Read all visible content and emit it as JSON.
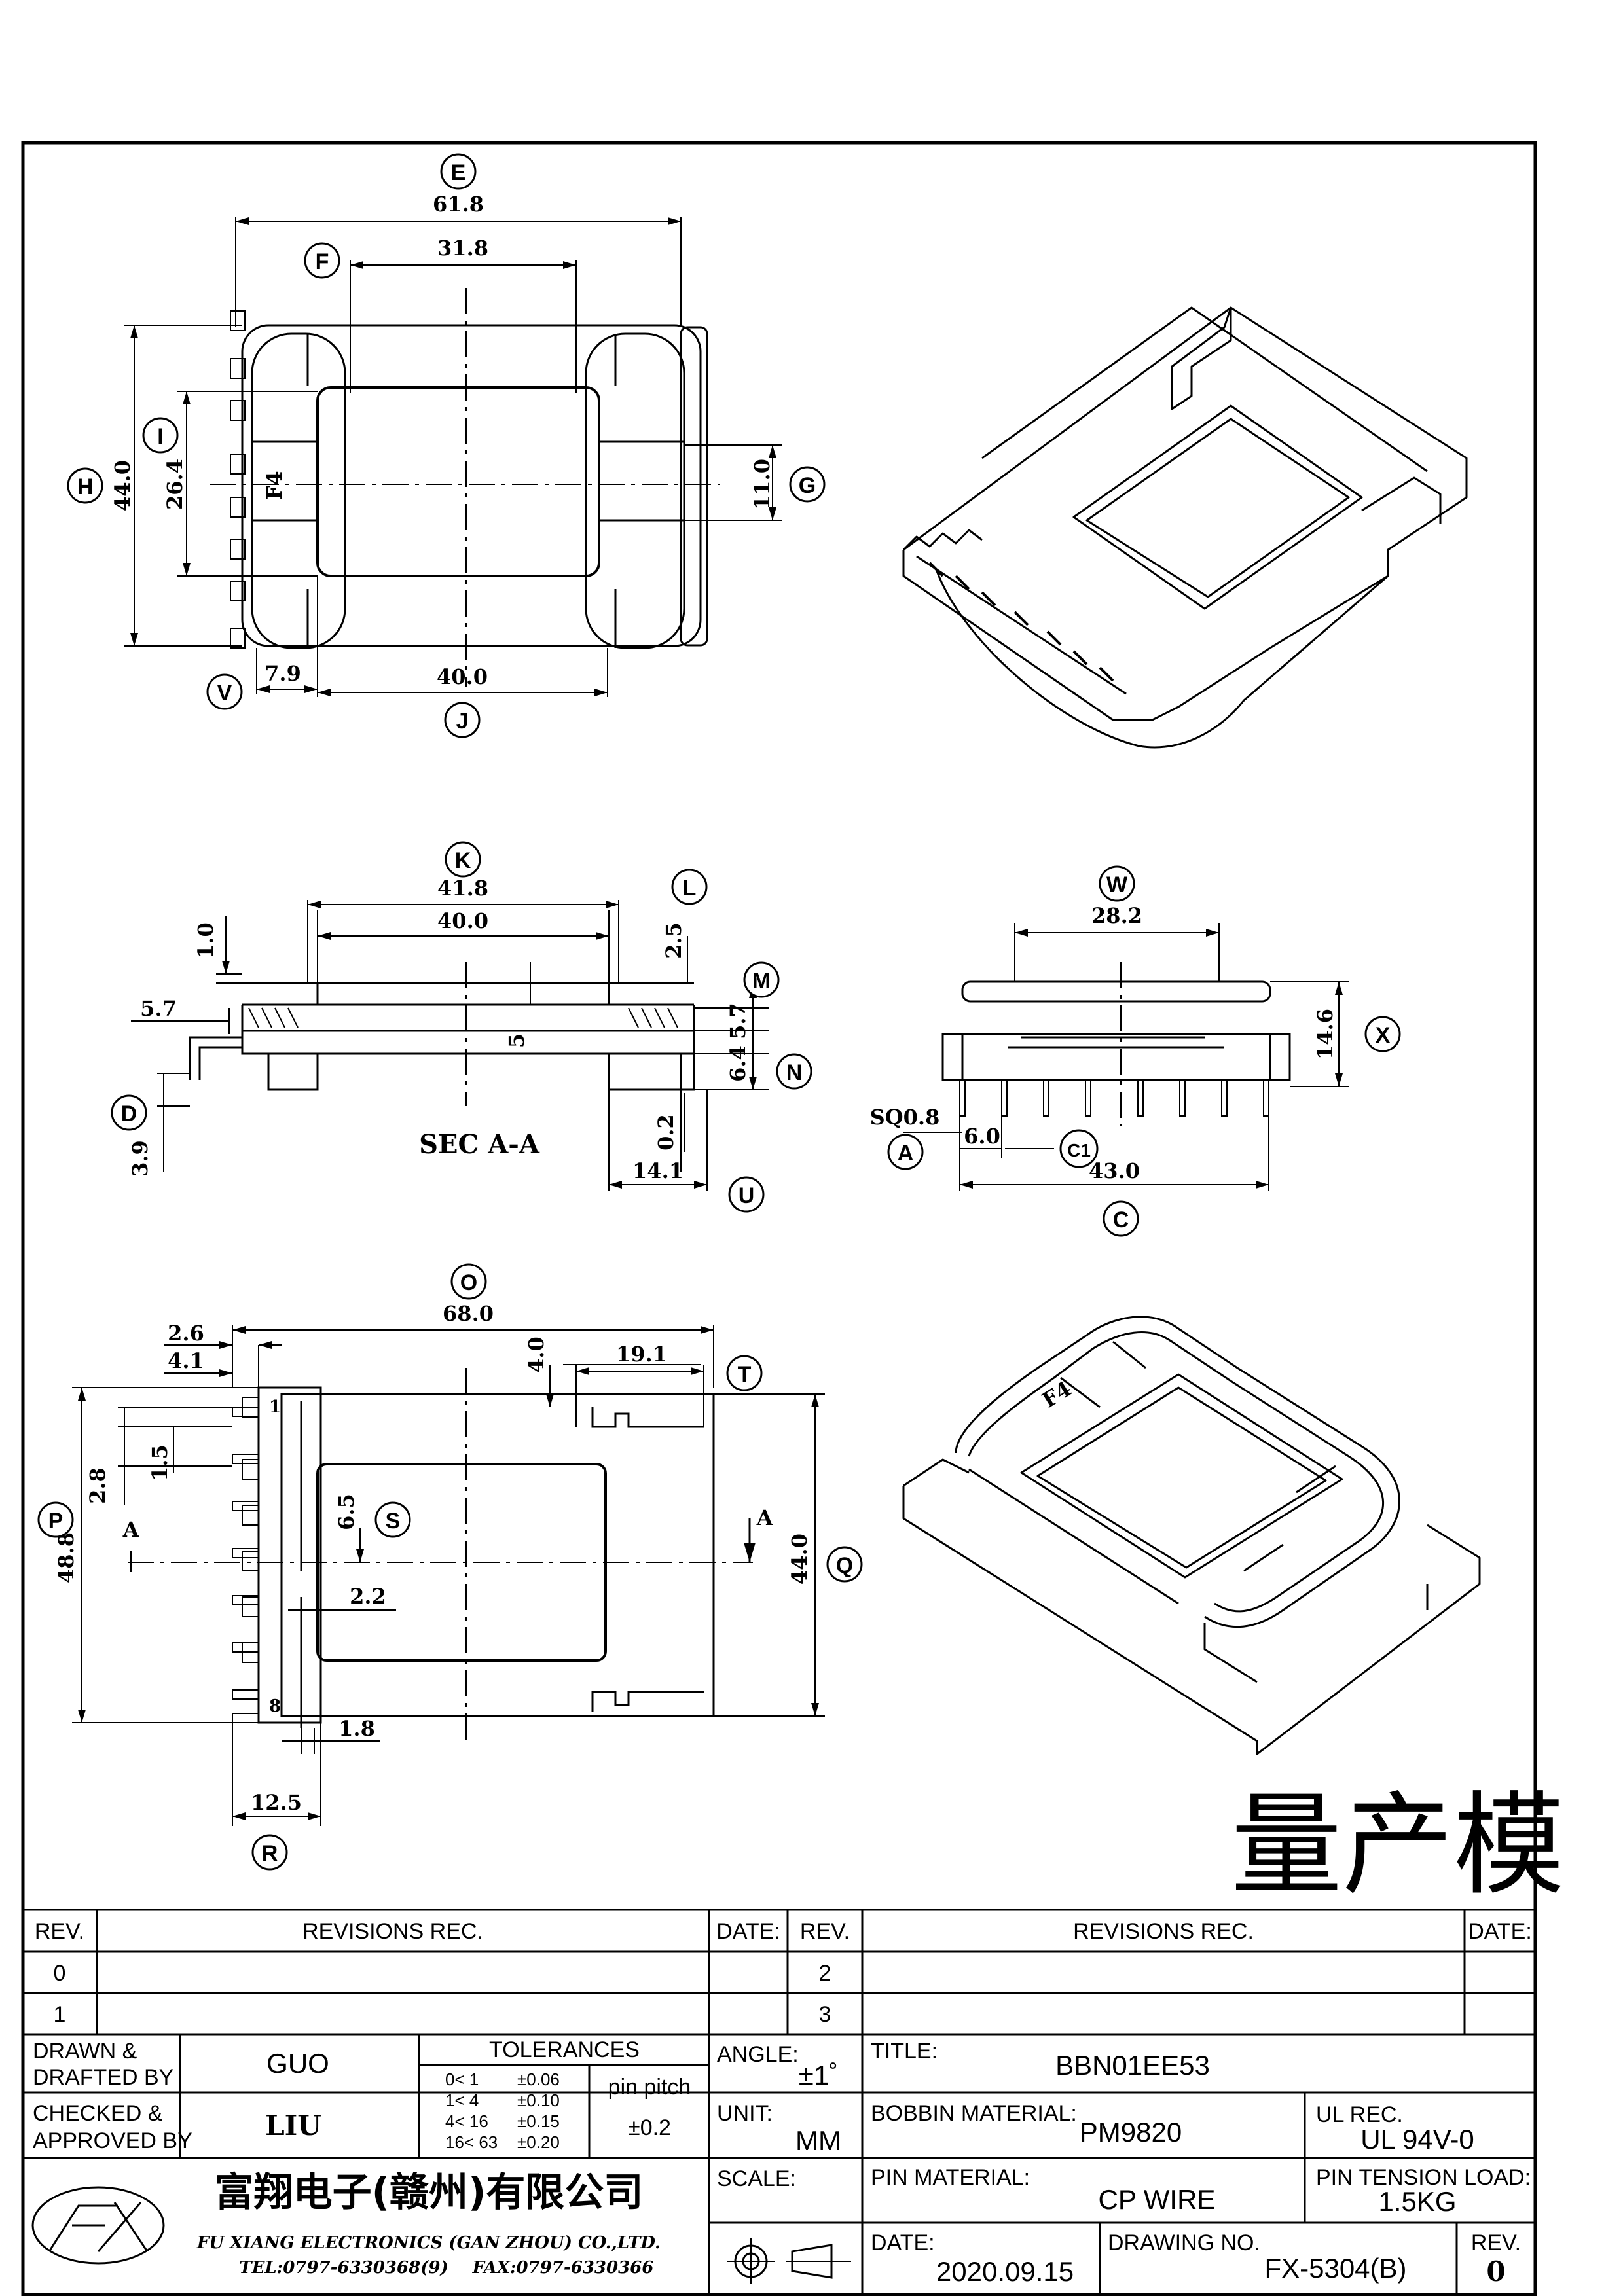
{
  "views": {
    "top": {
      "dims": {
        "e": "61.8",
        "f": "31.8",
        "h": "44.0",
        "i": "26.4",
        "g": "11.0",
        "v": "7.9",
        "j": "40.0"
      },
      "mark": "F4"
    },
    "section": {
      "dims": {
        "k": "41.8",
        "k2": "40.0",
        "l": "2.5",
        "t1": "1.0",
        "m": "5.7",
        "n": "6.4",
        "s57": "5.7",
        "p5": "5",
        "d": "3.9",
        "z": "0.2",
        "u": "14.1"
      },
      "caption": "SEC A-A"
    },
    "end": {
      "dims": {
        "w": "28.2",
        "x": "14.6",
        "sq": "SQ0.8",
        "a": "6.0",
        "c": "43.0"
      }
    },
    "bottom": {
      "dims": {
        "o": "68.0",
        "d26": "2.6",
        "d41": "4.1",
        "d40": "4.0",
        "t": "19.1",
        "d15": "1.5",
        "d28": "2.8",
        "p": "48.8",
        "q": "44.0",
        "s": "6.5",
        "d22": "2.2",
        "d18": "1.8",
        "r": "12.5"
      },
      "pin_first": "1",
      "pin_last": "8",
      "section_mark": "A"
    }
  },
  "callouts": {
    "E": "E",
    "F": "F",
    "H": "H",
    "I": "I",
    "G": "G",
    "V": "V",
    "J": "J",
    "K": "K",
    "L": "L",
    "M": "M",
    "N": "N",
    "D": "D",
    "U": "U",
    "W": "W",
    "X": "X",
    "A": "A",
    "C1": "C1",
    "C": "C",
    "O": "O",
    "T": "T",
    "P": "P",
    "S": "S",
    "Q": "Q",
    "R": "R"
  },
  "stamp": "量产模",
  "revision_table": {
    "headers": {
      "rev": "REV.",
      "revisions": "REVISIONS    REC.",
      "date": "DATE:"
    },
    "rows": [
      {
        "left": "0",
        "right": "2"
      },
      {
        "left": "1",
        "right": "3"
      }
    ]
  },
  "title_block": {
    "drawn_label_1": "DRAWN &",
    "drawn_label_2": "DRAFTED BY",
    "drawn_by": "GUO",
    "checked_label_1": "CHECKED &",
    "checked_label_2": "APPROVED BY",
    "checked_by": "LIU",
    "tolerances_label": "TOLERANCES",
    "tolerances": [
      {
        "range": "0<  1",
        "tol": "±0.06"
      },
      {
        "range": "1<  4",
        "tol": "±0.10"
      },
      {
        "range": "4<  16",
        "tol": "±0.15"
      },
      {
        "range": "16<  63",
        "tol": "±0.20"
      }
    ],
    "pin_pitch_label": "pin pitch",
    "pin_pitch": "±0.2",
    "angle_label": "ANGLE:",
    "angle": "±1˚",
    "unit_label": "UNIT:",
    "unit": "MM",
    "scale_label": "SCALE:",
    "title_label": "TITLE:",
    "title": "BBN01EE53",
    "bobbin_material_label": "BOBBIN MATERIAL:",
    "bobbin_material": "PM9820",
    "ul_rec_label": "UL REC.",
    "ul_rec": "UL 94V-0",
    "pin_material_label": "PIN MATERIAL:",
    "pin_material": "CP WIRE",
    "pin_tension_label": "PIN TENSION LOAD:",
    "pin_tension": "1.5KG",
    "date_label": "DATE:",
    "date": "2020.09.15",
    "drawing_no_label": "DRAWING NO.",
    "drawing_no": "FX-5304(B)",
    "rev_label": "REV.",
    "rev": "0",
    "company_cn": "富翔电子(赣州)有限公司",
    "company_en": "FU XIANG ELECTRONICS (GAN ZHOU) CO.,LTD.",
    "tel": "TEL:0797-6330368(9)",
    "fax": "FAX:0797-6330366"
  }
}
